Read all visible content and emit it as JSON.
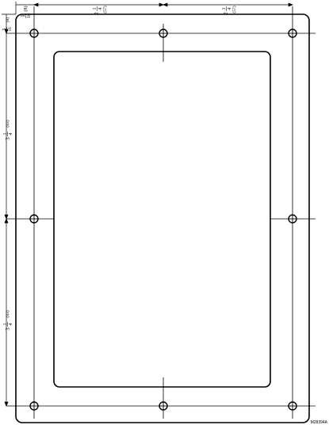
{
  "drawing": {
    "part_number": "M28394A"
  },
  "dimensions": {
    "top_offset": {
      "whole": "",
      "num": "1",
      "den": "16",
      "metric": "(8)"
    },
    "top_left_span": {
      "whole": "2",
      "num": "1",
      "den": "4",
      "metric": "(57)"
    },
    "top_right_span": {
      "whole": "2",
      "num": "1",
      "den": "4",
      "metric": "(57)"
    },
    "left_offset": {
      "whole": "",
      "num": "5",
      "den": "16",
      "metric": "(8)"
    },
    "left_upper_span": {
      "whole": "3",
      "num": "1",
      "den": "4",
      "metric": "(83)"
    },
    "left_lower_span": {
      "whole": "3",
      "num": "1",
      "den": "4",
      "metric": "(83)"
    }
  }
}
